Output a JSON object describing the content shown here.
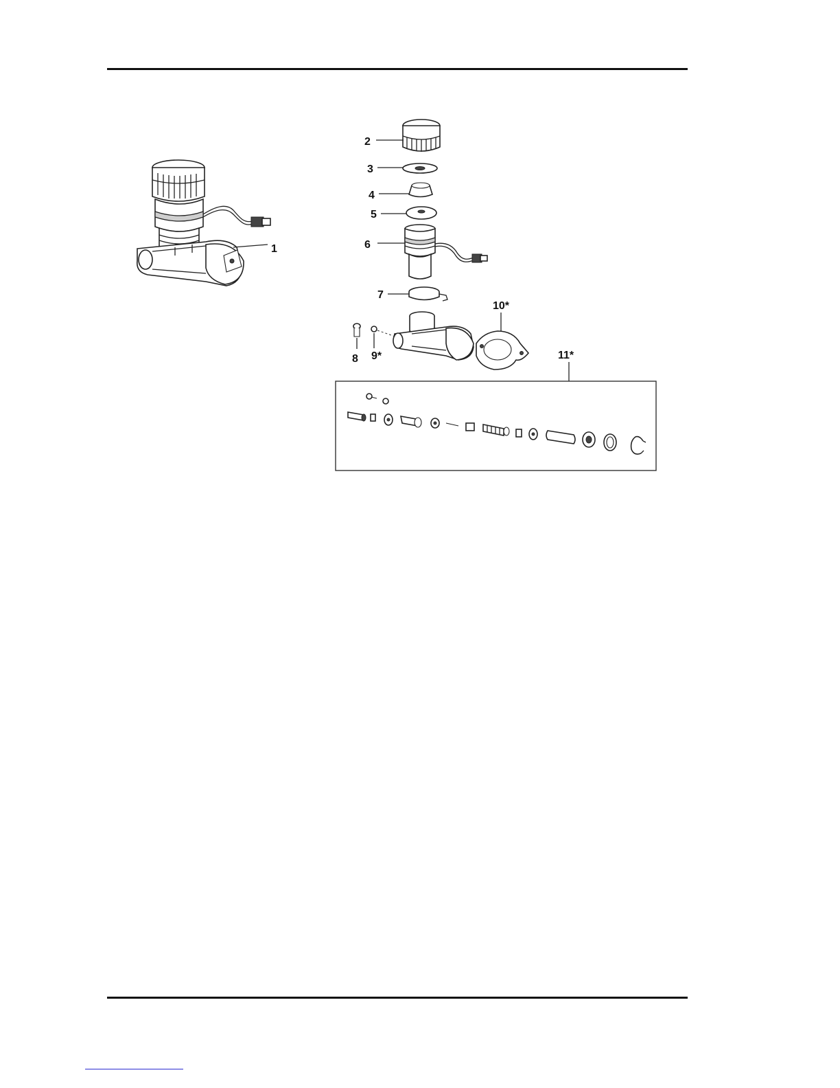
{
  "callouts": {
    "c1": "1",
    "c2": "2",
    "c3": "3",
    "c4": "4",
    "c5": "5",
    "c6": "6",
    "c7": "7",
    "c8": "8",
    "c9": "9*",
    "c10": "10*",
    "c11": "11*"
  }
}
